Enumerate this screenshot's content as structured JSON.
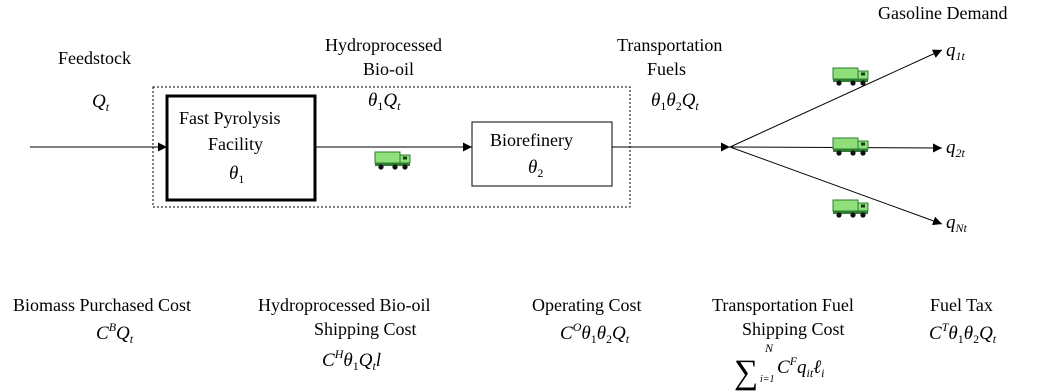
{
  "flow_labels": {
    "feedstock": {
      "title": "Feedstock",
      "math": "Q",
      "sub": "t"
    },
    "hydro_bio_oil": {
      "title_line1": "Hydroprocessed",
      "title_line2": "Bio-oil",
      "math_theta": "θ",
      "math_sub": "1",
      "math_q": "Q",
      "math_qsub": "t"
    },
    "transport_fuels": {
      "title_line1": "Transportation",
      "title_line2": "Fuels"
    },
    "gasoline_demand": {
      "title": "Gasoline Demand"
    }
  },
  "boxes": {
    "pyrolysis": {
      "line1": "Fast Pyrolysis",
      "line2": "Facility",
      "theta": "θ",
      "sub": "1"
    },
    "biorefinery": {
      "line1": "Biorefinery",
      "theta": "θ",
      "sub": "2"
    }
  },
  "demands": [
    {
      "q": "q",
      "sub": "1t"
    },
    {
      "q": "q",
      "sub": "2t"
    },
    {
      "q": "q",
      "sub": "Nt"
    }
  ],
  "costs": {
    "biomass": {
      "title": "Biomass Purchased Cost",
      "c": "C",
      "sup": "B",
      "q": "Q",
      "sub": "t"
    },
    "hydro_shipping": {
      "title_line1": "Hydroprocessed Bio-oil",
      "title_line2": "Shipping Cost",
      "c": "C",
      "sup": "H",
      "tail": "l"
    },
    "operating": {
      "title": "Operating Cost",
      "c": "C",
      "sup": "O"
    },
    "fuel_shipping": {
      "title_line1": "Transportation Fuel",
      "title_line2": "Shipping Cost",
      "sigma": "∑",
      "upper": "N",
      "lower": "i=1",
      "c": "C",
      "sup": "F",
      "q": "q",
      "qsub": "it",
      "ell": "ℓ",
      "ellsub": "i"
    },
    "fuel_tax": {
      "title": "Fuel Tax",
      "c": "C",
      "sup": "T"
    }
  },
  "colors": {
    "truck_body": "#8fe07a",
    "truck_outline": "#2e7d32",
    "line": "#000000"
  },
  "icons": [
    "truck-icon"
  ]
}
